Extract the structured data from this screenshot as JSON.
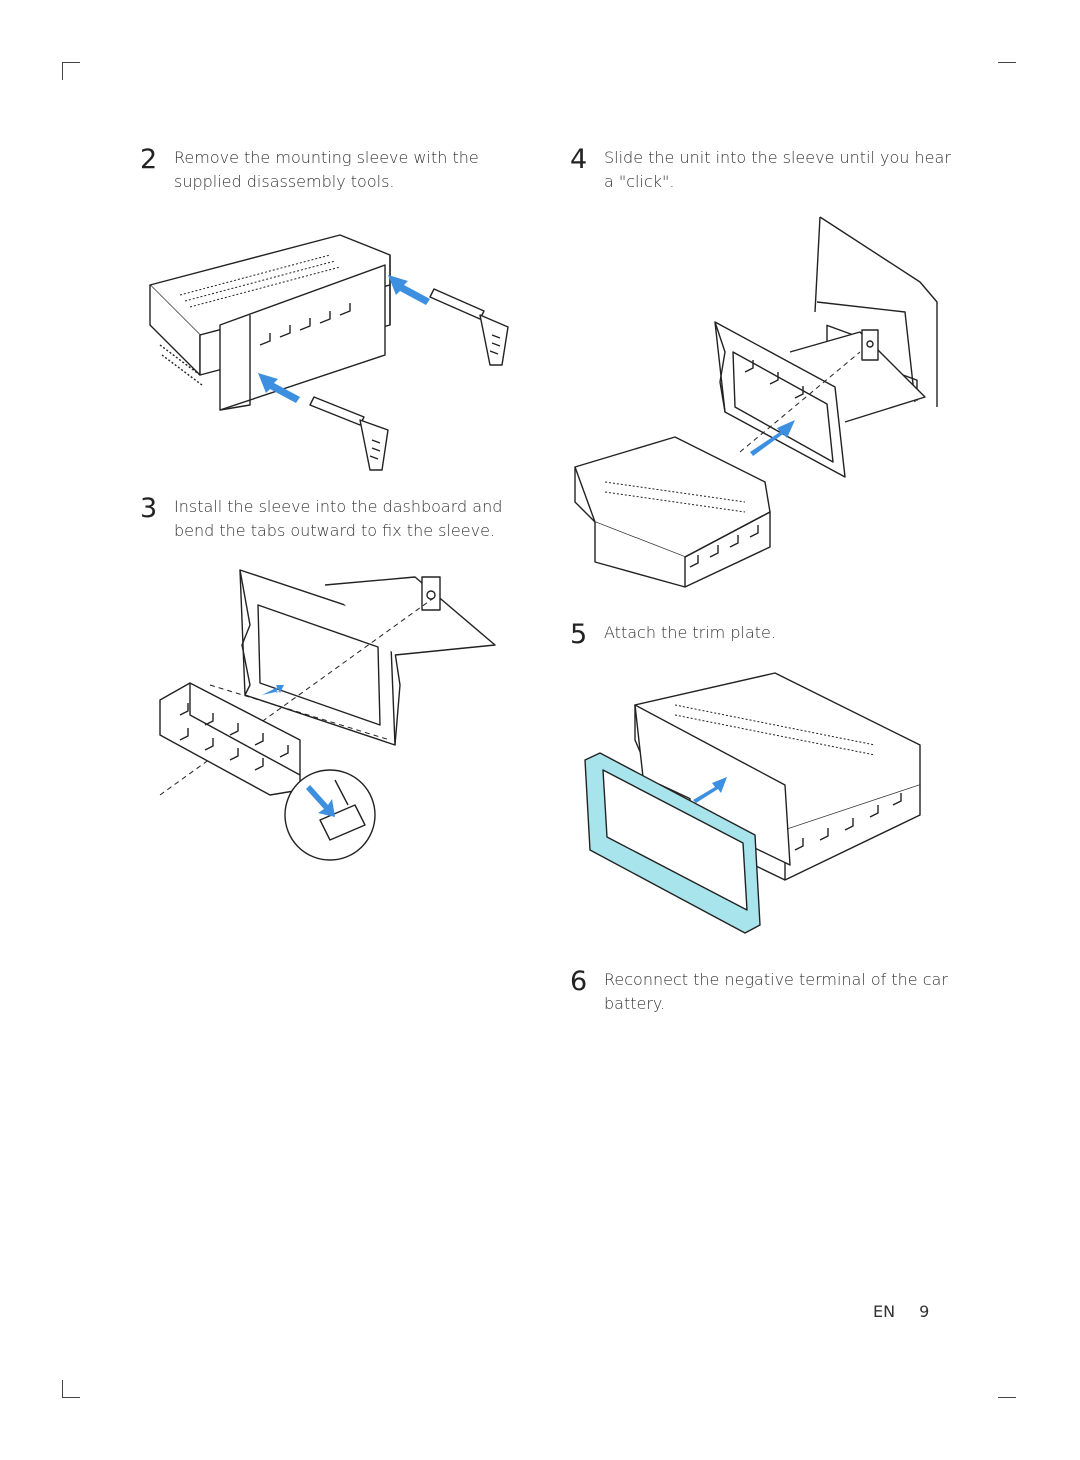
{
  "steps": [
    {
      "num": "2",
      "text_line1": "Remove the mounting sleeve with the",
      "text_line2": "supplied disassembly tools."
    },
    {
      "num": "3",
      "text_line1": "Install the sleeve into the dashboard and",
      "text_line2": "bend the tabs outward to fix the sleeve."
    },
    {
      "num": "4",
      "text_line1": "Slide the unit into the sleeve until you hear",
      "text_line2": "a \"click\"."
    },
    {
      "num": "5",
      "text_line1": "Attach the trim plate.",
      "text_line2": ""
    },
    {
      "num": "6",
      "text_line1": "Reconnect the negative terminal of the car",
      "text_line2": "battery."
    }
  ],
  "footer": {
    "lang": "EN",
    "page": "9"
  },
  "colors": {
    "arrow": "#3d8fe0",
    "trim": "#a8e4ec",
    "line": "#222222"
  }
}
